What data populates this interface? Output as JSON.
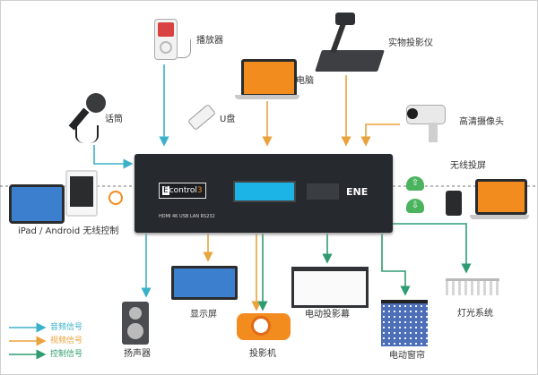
{
  "device": {
    "brand_prefix": "E",
    "brand_word": "control",
    "brand_num": "3",
    "tag": "ENE",
    "ports": "HDMI  4K  USB  LAN  RS232"
  },
  "labels": {
    "player": "播放器",
    "projector_visual": "实物投影仪",
    "mic": "话筒",
    "pc": "电脑",
    "udisk": "U盘",
    "camera": "高清摄像头",
    "wireless": "无线投屏",
    "ipad": "iPad / Android 无线控制",
    "speaker": "扬声器",
    "display": "显示屏",
    "projector": "投影机",
    "screen": "电动投影幕",
    "curtain": "电动窗帘",
    "light": "灯光系统"
  },
  "legend": {
    "audio": "音频信号",
    "video": "视频信号",
    "control": "控制信号"
  },
  "colors": {
    "audio": "#3bb0c9",
    "video": "#e8a33d",
    "control": "#2e9c70",
    "accent_orange": "#f28c1e"
  }
}
